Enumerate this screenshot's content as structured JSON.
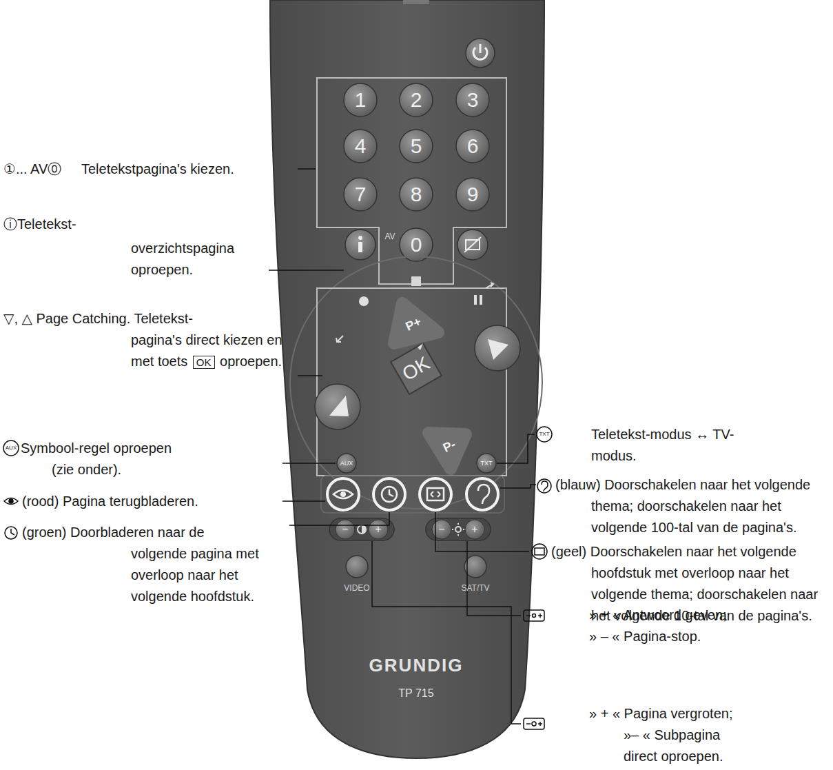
{
  "diagram": {
    "labels": [
      "1",
      "2",
      "3",
      "4",
      "5",
      "6",
      "7",
      "8",
      "9",
      "AV",
      "0",
      "P+",
      "OK",
      "P-",
      "AUX",
      "TXT",
      "−",
      "+",
      "−",
      "+",
      "VIDEO",
      "SAT/TV",
      "GRUNDIG",
      "TP 715",
      "①... AV⓪",
      "Teletekstpagina's kiezen.",
      "ⓘTeletekst-",
      "overzichtspagina oproepen.",
      "▽, △ Page Catching. Teletekst-",
      "pagina's direct kiezen en met toets",
      "OK",
      "oproepen.",
      "AUX",
      "Symbool-regel oproepen (zie onder).",
      "(rood) Pagina terugbladeren.",
      "(groen) Doorbladeren naar de volgende pagina met overloop naar het volgende hoofdstuk.",
      "TXT",
      "Teletekst-modus ↔ TV-modus.",
      "(blauw) Doorschakelen naar het volgende thema; doorschakelen naar het volgende 100-tal van de pagina's.",
      "(geel) Doorschakelen naar het volgende hoofdstuk met overloop naar het volgende thema; doorschakelen naar het volgende 10-tal van de pagina's.",
      "» + « Antwoord geven; » – « Pagina-stop.",
      "» + « Pagina vergroten; »– « Subpagina direct oproepen."
    ]
  }
}
